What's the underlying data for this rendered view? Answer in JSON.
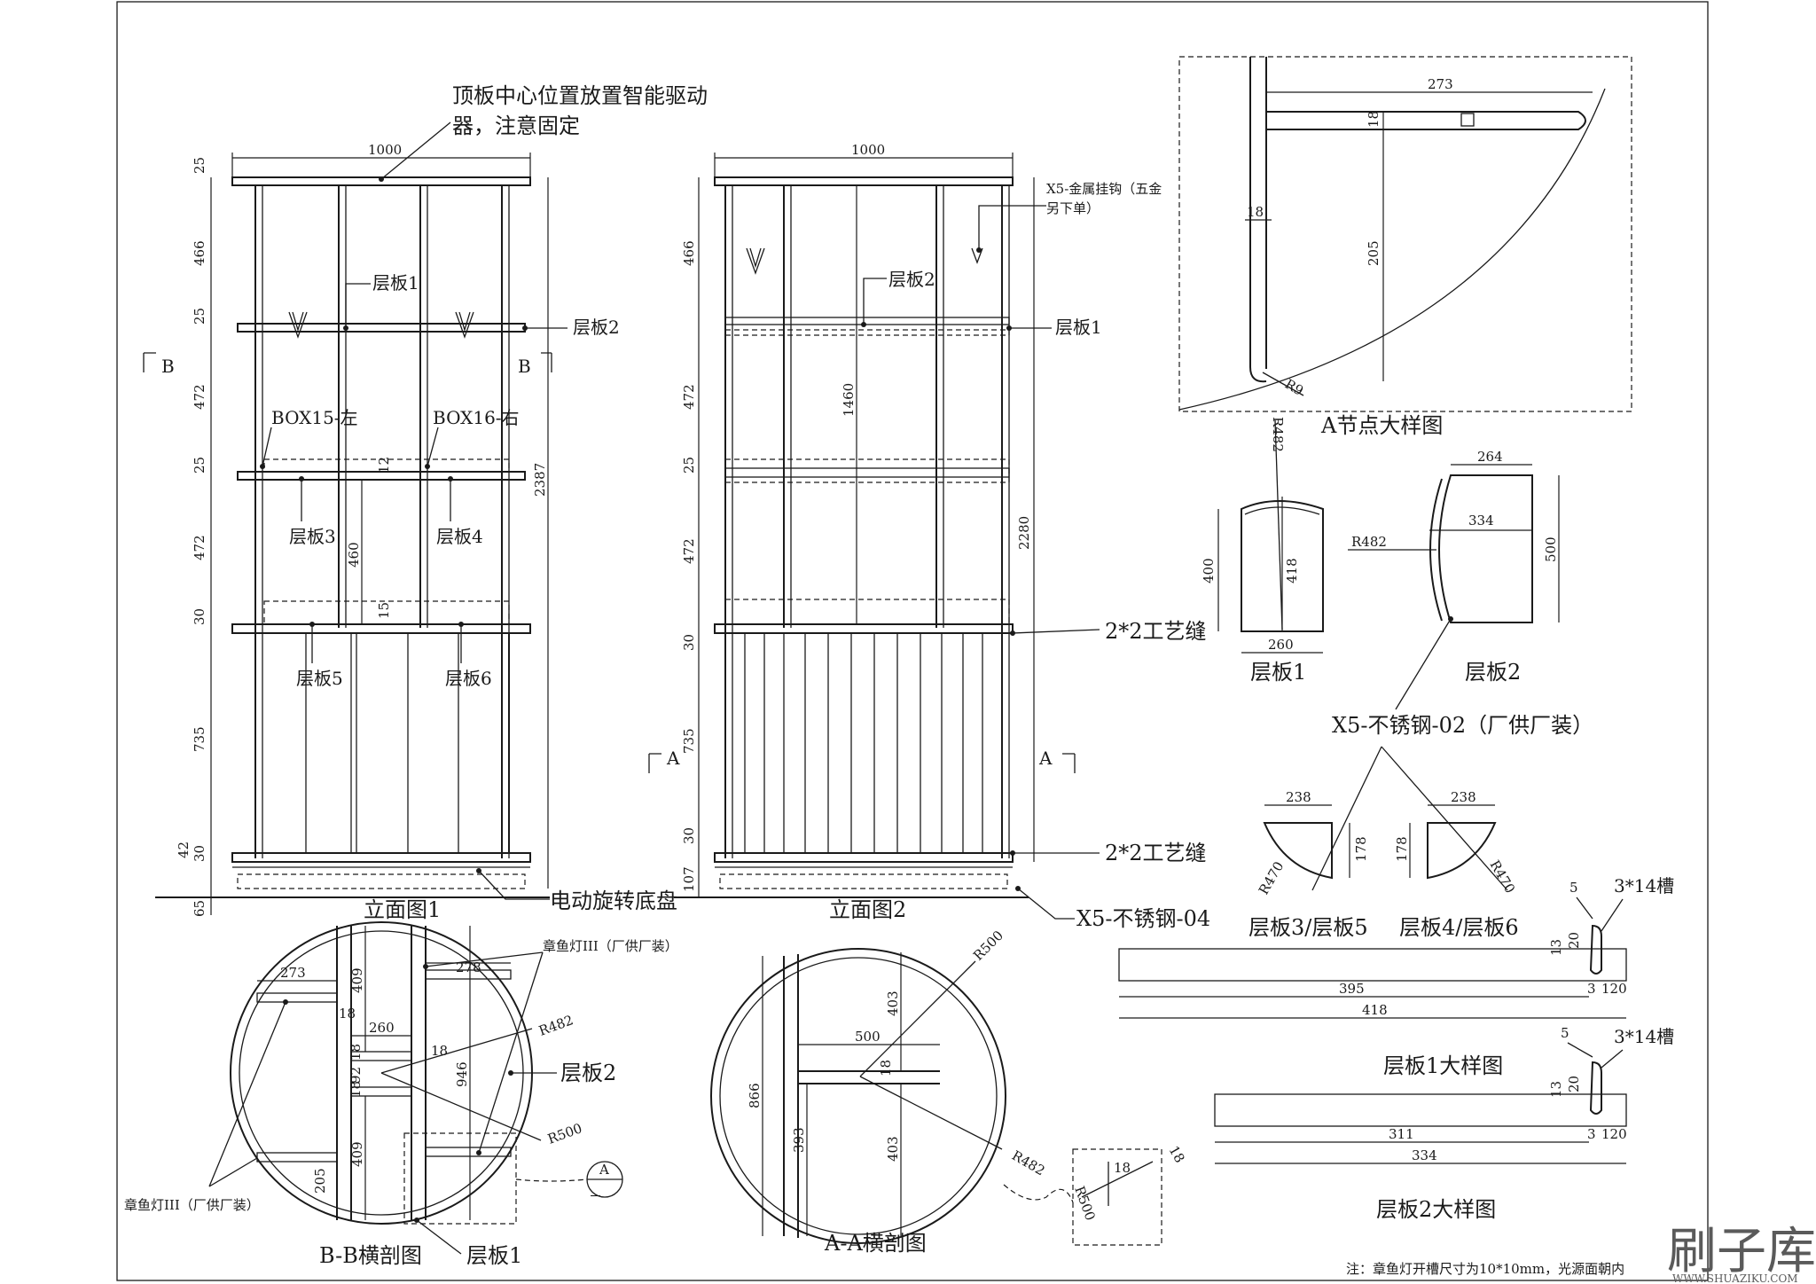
{
  "elevation1": {
    "title": "立面图1",
    "top_note_line1": "顶板中心位置放置智能驱动",
    "top_note_line2": "器，注意固定",
    "width": "1000",
    "total_height": "2387",
    "dims_left": [
      "25",
      "466",
      "25",
      "472",
      "25",
      "472",
      "30",
      "735",
      "30",
      "42",
      "65"
    ],
    "gap_12": "12",
    "gap_460": "460",
    "gap_15": "15",
    "section_mark": "B",
    "labels": {
      "ban1": "层板1",
      "ban2": "层板2",
      "ban3": "层板3",
      "ban4": "层板4",
      "ban5": "层板5",
      "ban6": "层板6",
      "box15": "BOX15-左",
      "box16": "BOX16-右"
    },
    "base_label": "电动旋转底盘"
  },
  "elevation2": {
    "title": "立面图2",
    "width": "1000",
    "hook_line1": "X5-金属挂钩（五金",
    "hook_line2": "另下单）",
    "dim_1460": "1460",
    "dim_2280": "2280",
    "dims_left": [
      "466",
      "472",
      "25",
      "472",
      "30",
      "735",
      "30",
      "107"
    ],
    "section_mark": "A",
    "labels": {
      "ban1": "层板1",
      "ban2": "层板2"
    },
    "seam_label": "2*2工艺缝",
    "steel04": "X5-不锈钢-04"
  },
  "detailA": {
    "title": "A节点大样图",
    "dims": [
      "273",
      "18",
      "18",
      "205",
      "R9",
      "R482"
    ]
  },
  "boards": {
    "ban1_title": "层板1",
    "ban1_dims": [
      "400",
      "418",
      "260"
    ],
    "ban2_title": "层板2",
    "ban2_dims": [
      "264",
      "334",
      "500",
      "R482"
    ],
    "steel02": "X5-不锈钢-02（厂供厂装）",
    "ban35_title": "层板3/层板5",
    "ban46_title": "层板4/层板6",
    "small_dims": [
      "238",
      "178",
      "R470"
    ]
  },
  "detail1": {
    "title": "层板1大样图",
    "dims": [
      "395",
      "3",
      "120",
      "418",
      "5",
      "13",
      "20"
    ],
    "slot": "3*14槽"
  },
  "detail2": {
    "title": "层板2大样图",
    "dims": [
      "311",
      "3",
      "120",
      "334",
      "5",
      "13",
      "20"
    ],
    "slot": "3*14槽"
  },
  "sectionBB": {
    "title": "B-B横剖图",
    "lamp_right": "章鱼灯III（厂供厂装）",
    "lamp_left": "章鱼灯III（厂供厂装）",
    "ban2": "层板2",
    "ban1": "层板1",
    "dims": [
      "273",
      "278",
      "409",
      "18",
      "260",
      "18",
      "18",
      "92",
      "18",
      "946",
      "409",
      "205",
      "R482",
      "R500"
    ],
    "callout": "A"
  },
  "sectionAA": {
    "title": "A-A横剖图",
    "dims": [
      "R500",
      "403",
      "500",
      "18",
      "866",
      "393",
      "403",
      "R482",
      "R500",
      "18",
      "18"
    ]
  },
  "footnote": "注：章鱼灯开槽尺寸为10*10mm，光源面朝内",
  "watermark_cn": "刷子库",
  "watermark_url": "WWW.SHUAZIKU.COM"
}
